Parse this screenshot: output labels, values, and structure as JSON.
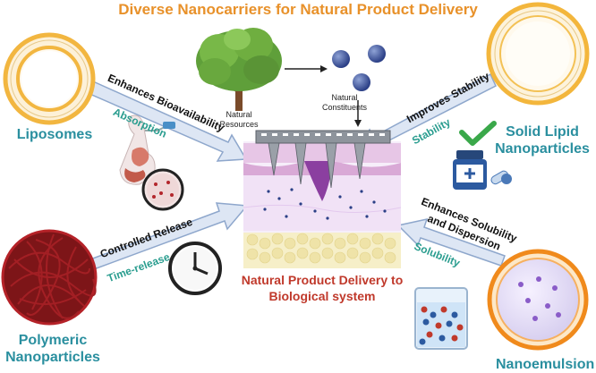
{
  "title": "Diverse Nanocarriers for Natural Product Delivery",
  "nanocarriers": {
    "liposomes": "Liposomes",
    "solid_lipid": [
      "Solid Lipid",
      "Nanoparticles"
    ],
    "polymeric": [
      "Polymeric",
      "Nanoparticles"
    ],
    "nanoemulsion": "Nanoemulsion"
  },
  "benefits": {
    "bioavailability": "Enhances Bioavailability",
    "absorption": "Absorption",
    "stability_title": "Improves Stability",
    "stability": "Stability",
    "controlled_release": "Controlled Release",
    "time_release": "Time-release",
    "solubility_title": [
      "Enhances Solubility",
      "and Dispersion"
    ],
    "solubility": "Solubility"
  },
  "sources": {
    "natural_resources": [
      "Natural",
      "Resources"
    ],
    "natural_constituents": [
      "Natural",
      "Constituents"
    ]
  },
  "center": [
    "Natural Product Delivery to",
    "Biological system"
  ],
  "icons": [
    "tree-icon",
    "molecule-icon",
    "liposome-icon",
    "solid-lipid-nanoparticle-icon",
    "polymeric-nanoparticle-icon",
    "nanoemulsion-icon",
    "digestive-system-icon",
    "medicine-bottle-icon",
    "pills-icon",
    "checkmark-icon",
    "clock-icon",
    "beaker-icon",
    "microneedle-patch-icon",
    "skin-layer-icon"
  ],
  "colors": {
    "title": "#e8912a",
    "carrier_label": "#2a8f9f",
    "center_label": "#c0392b",
    "arrow_fill": "#dde6f4",
    "arrow_stroke": "#8ea7cc"
  }
}
